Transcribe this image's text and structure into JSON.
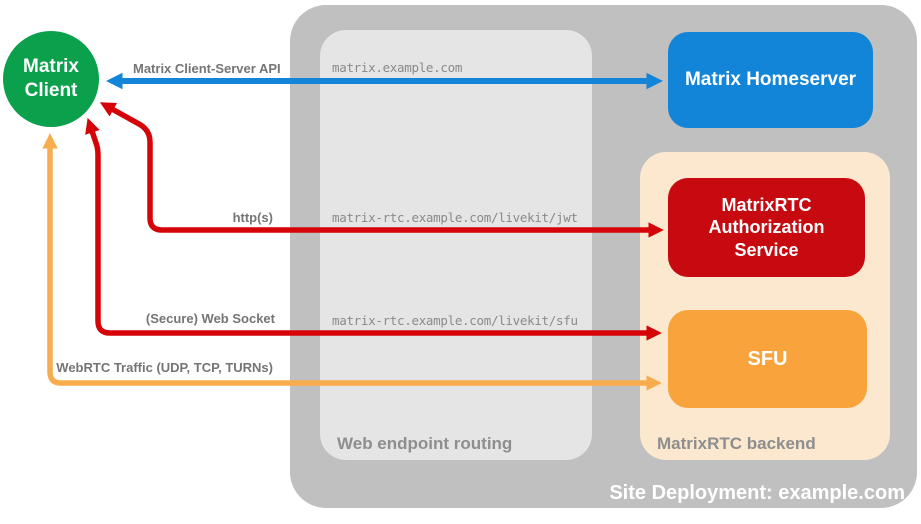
{
  "colors": {
    "container_gray": "#c0c0c0",
    "routing_gray": "#e5e5e5",
    "backend_peach": "#fce8cf",
    "blue": "#1385d8",
    "red_box": "#c60a10",
    "orange_box": "#f8a33c",
    "green": "#0ba04c",
    "red_arrow": "#d40408",
    "orange_arrow": "#f9ac4e"
  },
  "client": {
    "label": "Matrix Client"
  },
  "homeserver": {
    "label": "Matrix Homeserver"
  },
  "auth_service": {
    "label": "MatrixRTC Authorization Service"
  },
  "sfu": {
    "label": "SFU"
  },
  "containers": {
    "site_label": "Site Deployment: example.com",
    "routing_label": "Web endpoint routing",
    "backend_label": "MatrixRTC backend"
  },
  "endpoints": {
    "homeserver_route": "matrix.example.com",
    "jwt_route": "matrix-rtc.example.com/livekit/jwt",
    "sfu_route": "matrix-rtc.example.com/livekit/sfu"
  },
  "arrow_labels": {
    "client_server_api": "Matrix Client-Server API",
    "http": "http(s)",
    "websocket": "(Secure) Web Socket",
    "webrtc": "WebRTC Traffic (UDP, TCP, TURNs)"
  }
}
